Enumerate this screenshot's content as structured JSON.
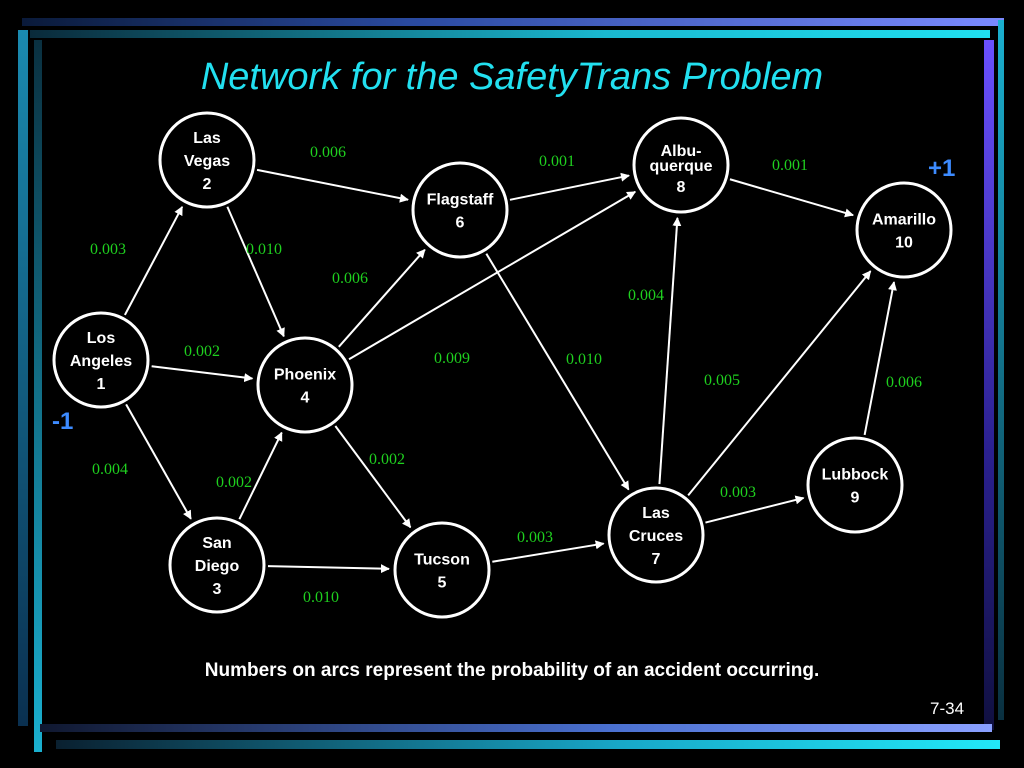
{
  "title": "Network for the SafetyTrans Problem",
  "note": "Numbers on arcs represent the probability of an accident occurring.",
  "page_number": "7-34",
  "colors": {
    "title": "#22e0f0",
    "arc_label": "#1fd01f",
    "supply_label": "#3d8bff",
    "node_outline": "#ffffff"
  },
  "supply": {
    "source": "-1",
    "sink": "+1"
  },
  "nodes": [
    {
      "id": 1,
      "lines": [
        "Los",
        "Angeles",
        "1"
      ]
    },
    {
      "id": 2,
      "lines": [
        "Las",
        "Vegas",
        "2"
      ]
    },
    {
      "id": 3,
      "lines": [
        "San",
        "Diego",
        "3"
      ]
    },
    {
      "id": 4,
      "lines": [
        "Phoenix",
        "4"
      ]
    },
    {
      "id": 5,
      "lines": [
        "Tucson",
        "5"
      ]
    },
    {
      "id": 6,
      "lines": [
        "Flagstaff",
        "6"
      ]
    },
    {
      "id": 7,
      "lines": [
        "Las",
        "Cruces",
        "7"
      ]
    },
    {
      "id": 8,
      "lines": [
        "Albu-",
        "querque",
        "8"
      ]
    },
    {
      "id": 9,
      "lines": [
        "Lubbock",
        "9"
      ]
    },
    {
      "id": 10,
      "lines": [
        "Amarillo",
        "10"
      ]
    }
  ],
  "arcs": [
    {
      "from": 1,
      "to": 2,
      "label": "0.003"
    },
    {
      "from": 1,
      "to": 4,
      "label": "0.002"
    },
    {
      "from": 1,
      "to": 3,
      "label": "0.004"
    },
    {
      "from": 2,
      "to": 6,
      "label": "0.006"
    },
    {
      "from": 2,
      "to": 4,
      "label": "0.010"
    },
    {
      "from": 3,
      "to": 4,
      "label": "0.002"
    },
    {
      "from": 3,
      "to": 5,
      "label": "0.010"
    },
    {
      "from": 4,
      "to": 6,
      "label": "0.006"
    },
    {
      "from": 4,
      "to": 8,
      "label": "0.009"
    },
    {
      "from": 4,
      "to": 5,
      "label": "0.002"
    },
    {
      "from": 5,
      "to": 7,
      "label": "0.003"
    },
    {
      "from": 6,
      "to": 8,
      "label": "0.001"
    },
    {
      "from": 6,
      "to": 7,
      "label": "0.010"
    },
    {
      "from": 7,
      "to": 8,
      "label": "0.004"
    },
    {
      "from": 7,
      "to": 10,
      "label": "0.005"
    },
    {
      "from": 7,
      "to": 9,
      "label": "0.003"
    },
    {
      "from": 8,
      "to": 10,
      "label": "0.001"
    },
    {
      "from": 9,
      "to": 10,
      "label": "0.006"
    }
  ]
}
